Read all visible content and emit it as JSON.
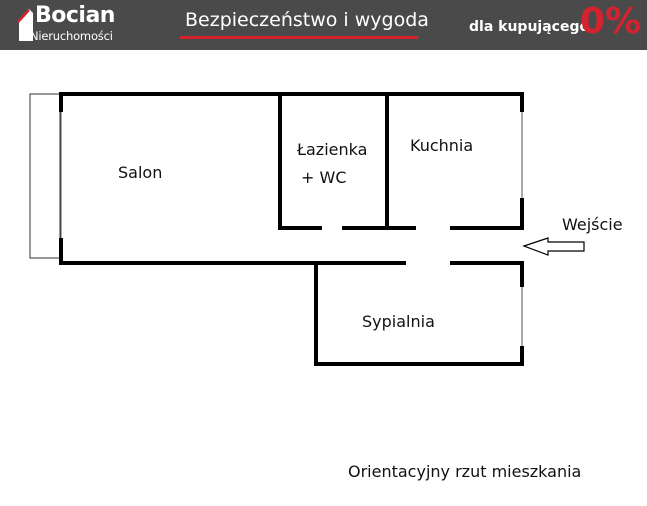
{
  "banner": {
    "logo_name": "Bocian",
    "logo_sub": "Nieruchomości",
    "slogan": "Bezpieczeństwo i wygoda",
    "buyer_text": "dla kupującego",
    "buyer_percent": "0%",
    "colors": {
      "background": "#4a4a4a",
      "accent": "#d4232e",
      "text": "#ffffff"
    }
  },
  "plan": {
    "rooms": {
      "salon": "Salon",
      "lazienka_line1": "Łazienka",
      "lazienka_line2": "+ WC",
      "kuchnia": "Kuchnia",
      "sypialnia": "Sypialnia"
    },
    "entrance_label": "Wejście",
    "entrance_icon": "arrow-left-icon"
  },
  "caption": "Orientacyjny rzut mieszkania"
}
